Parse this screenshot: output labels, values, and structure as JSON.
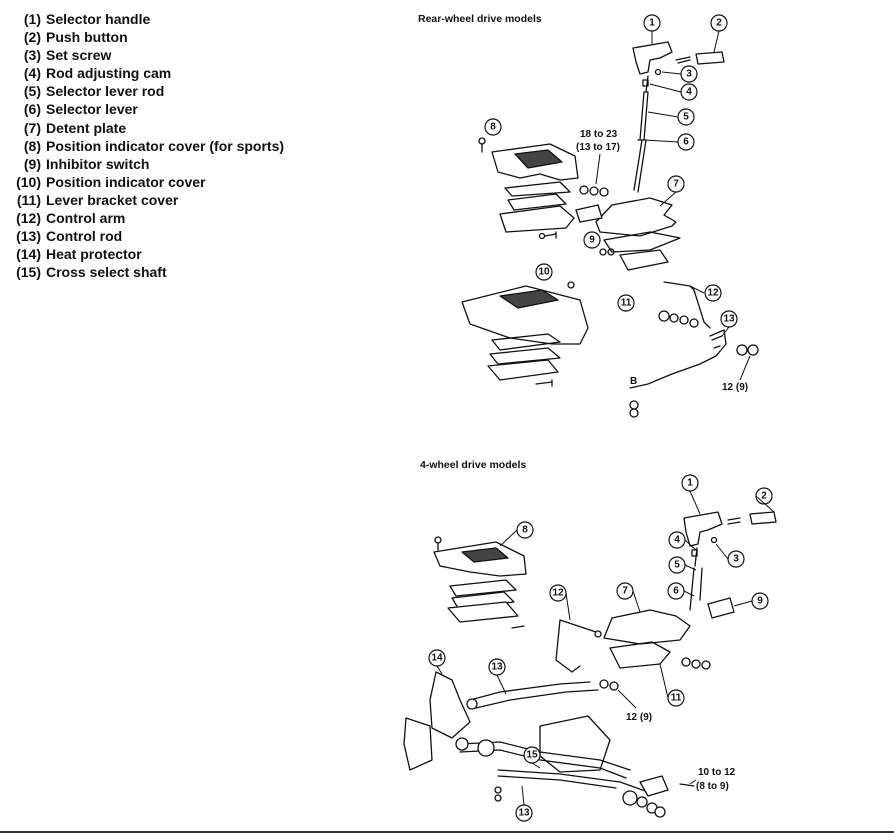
{
  "legend": [
    {
      "num": "(1)",
      "label": "Selector handle"
    },
    {
      "num": "(2)",
      "label": "Push button"
    },
    {
      "num": "(3)",
      "label": "Set screw"
    },
    {
      "num": "(4)",
      "label": "Rod adjusting cam"
    },
    {
      "num": "(5)",
      "label": "Selector lever rod"
    },
    {
      "num": "(6)",
      "label": "Selector lever"
    },
    {
      "num": "(7)",
      "label": "Detent plate"
    },
    {
      "num": "(8)",
      "label": "Position indicator cover (for sports)"
    },
    {
      "num": "(9)",
      "label": "Inhibitor switch"
    },
    {
      "num": "(10)",
      "label": "Position indicator cover"
    },
    {
      "num": "(11)",
      "label": "Lever bracket cover"
    },
    {
      "num": "(12)",
      "label": "Control arm"
    },
    {
      "num": "(13)",
      "label": "Control rod"
    },
    {
      "num": "(14)",
      "label": "Heat protector"
    },
    {
      "num": "(15)",
      "label": "Cross select shaft"
    }
  ],
  "sections": {
    "rwd_title": "Rear-wheel drive models",
    "awd_title": "4-wheel drive models"
  },
  "torque": {
    "rwd_torque_1a": "18 to 23",
    "rwd_torque_1b": "(13 to 17)",
    "rwd_torque_2": "12 (9)",
    "awd_torque_1": "12 (9)",
    "awd_torque_2a": "10 to 12",
    "awd_torque_2b": "(8 to 9)",
    "rwd_marker_b": "B"
  },
  "callouts": {
    "rwd": [
      "1",
      "2",
      "3",
      "4",
      "5",
      "6",
      "8",
      "7",
      "9",
      "10",
      "11",
      "12",
      "13"
    ],
    "awd": [
      "1",
      "2",
      "3",
      "4",
      "5",
      "6",
      "8",
      "7",
      "9",
      "12",
      "11",
      "14",
      "13",
      "15",
      "13"
    ]
  }
}
